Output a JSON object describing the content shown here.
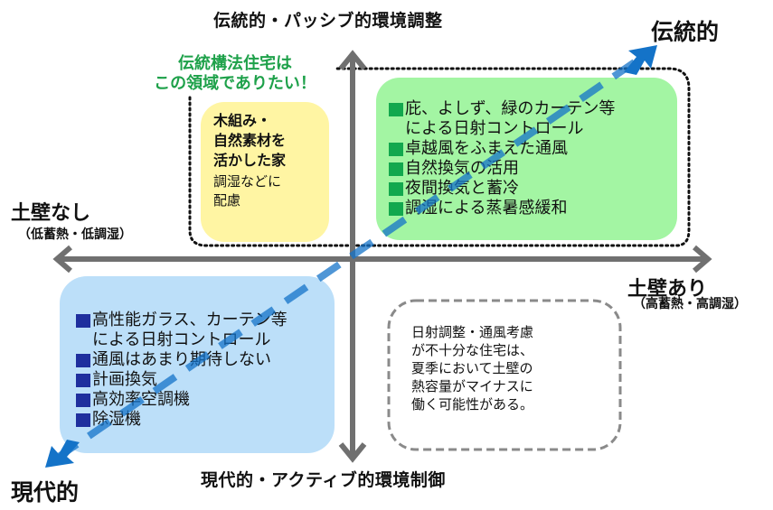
{
  "axes": {
    "top": "伝統的・パッシブ的環境調整",
    "bottom": "現代的・アクティブ的環境制御",
    "left": "土壁なし",
    "left_sub": "（低蓄熱・低調湿）",
    "right": "土壁あり",
    "right_sub": "（高蓄熱・高調湿）"
  },
  "diagonal": {
    "traditional": "伝統的",
    "modern": "現代的"
  },
  "callout": {
    "lines": [
      "伝統構法住宅は",
      "この領域でありたい！"
    ],
    "color": "#1ea14a"
  },
  "yellow_box": {
    "heading_lines": [
      "木組み・",
      "自然素材を",
      "活かした家"
    ],
    "body_lines": [
      "調湿などに",
      "配慮"
    ],
    "color": "#fff5a3"
  },
  "green_box": {
    "color": "#a3f5a3",
    "bullet_color": "#12a84e",
    "items": [
      [
        "庇、よしず、緑のカーテン等",
        "による日射コントロール"
      ],
      [
        "卓越風をふまえた通風"
      ],
      [
        "自然換気の活用"
      ],
      [
        "夜間換気と蓄冷"
      ],
      [
        "調湿による蒸暑感緩和"
      ]
    ]
  },
  "blue_box": {
    "color": "#bcdff9",
    "bullet_color": "#1f2f9e",
    "items": [
      [
        "高性能ガラス、カーテン等",
        "による日射コントロール"
      ],
      [
        "通風はあまり期待しない"
      ],
      [
        "計画換気"
      ],
      [
        "高効率空調機"
      ],
      [
        "除湿機"
      ]
    ]
  },
  "warning_box": {
    "lines": [
      "日射調整・通風考慮",
      "が不十分な住宅は、",
      "夏季において土壁の",
      "熱容量がマイナスに",
      "働く可能性がある。"
    ]
  },
  "colors": {
    "axis": "#707070",
    "diagonal_arrow": "#1473c8",
    "dotted_region": "#111111",
    "dashed_box": "#888888"
  }
}
